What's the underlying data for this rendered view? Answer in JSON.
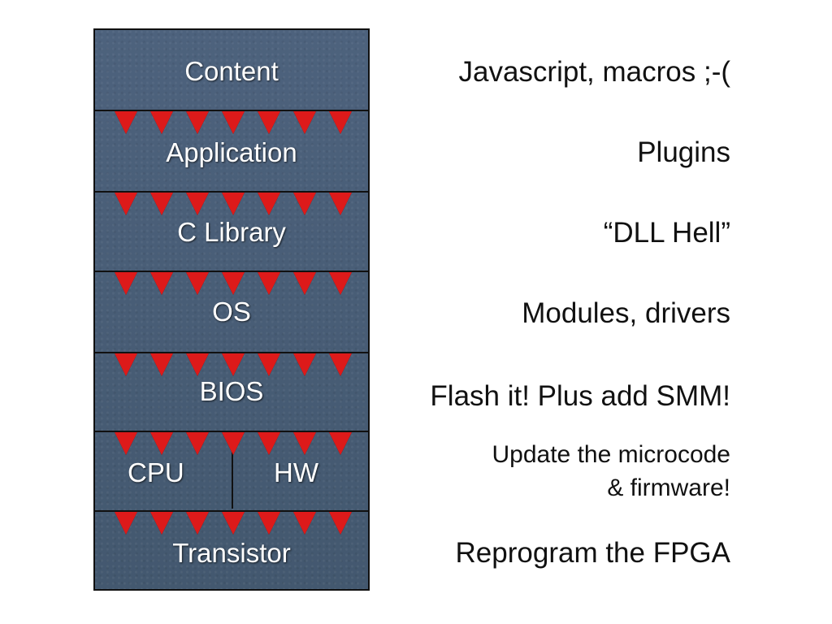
{
  "layers": [
    {
      "label": "Content"
    },
    {
      "label": "Application"
    },
    {
      "label": "C Library"
    },
    {
      "label": "OS"
    },
    {
      "label": "BIOS"
    },
    {
      "left_label": "CPU",
      "right_label": "HW"
    },
    {
      "label": "Transistor"
    }
  ],
  "annotations": [
    "Javascript, macros ;-(",
    "Plugins",
    "“DLL Hell”",
    "Modules, drivers",
    "Flash it! Plus add SMM!",
    "Update the microcode\n& firmware!",
    "Reprogram the FPGA"
  ],
  "colors": {
    "layer_fill": "#4a5f7a",
    "arrow_fill": "#dd1a1a",
    "outline": "#111111"
  }
}
